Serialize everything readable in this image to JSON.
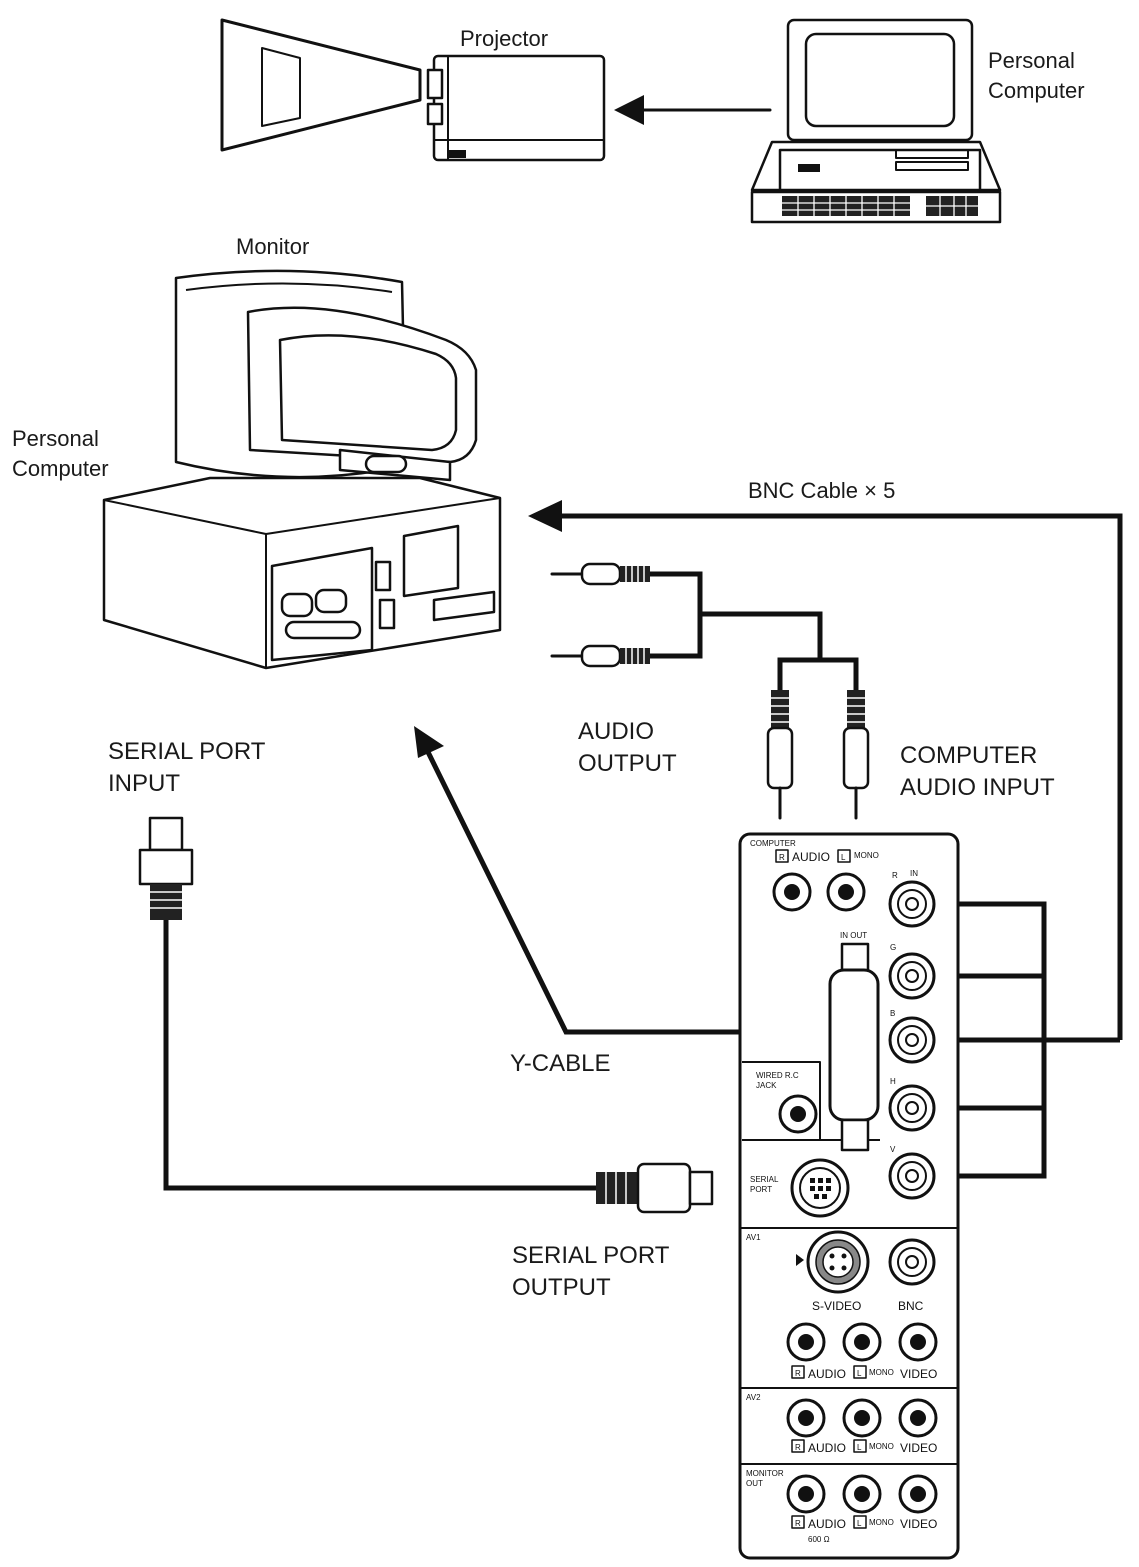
{
  "labels": {
    "projector": "Projector",
    "pc_top": "Personal\nComputer",
    "monitor": "Monitor",
    "pc_left": "Personal\nComputer",
    "bnc_cable": "BNC Cable × 5",
    "audio_output": "AUDIO\nOUTPUT",
    "computer_audio_input": "COMPUTER\nAUDIO INPUT",
    "serial_port_input": "SERIAL PORT\nINPUT",
    "y_cable": "Y-CABLE",
    "serial_port_output": "SERIAL PORT\nOUTPUT"
  },
  "panel": {
    "computer": "COMPUTER",
    "r": "R",
    "audio": "AUDIO",
    "l": "L",
    "mono": "MONO",
    "in": "IN",
    "in_out": "IN OUT",
    "ch_r": "R",
    "ch_g": "G",
    "ch_b": "B",
    "ch_h": "H",
    "ch_v": "V",
    "wired_rc": "WIRED R.C",
    "jack": "JACK",
    "serial": "SERIAL",
    "port": "PORT",
    "av1": "AV1",
    "s_video": "S-VIDEO",
    "bnc": "BNC",
    "video": "VIDEO",
    "av2": "AV2",
    "monitor": "MONITOR",
    "out": "OUT",
    "ohm": "600 Ω"
  }
}
